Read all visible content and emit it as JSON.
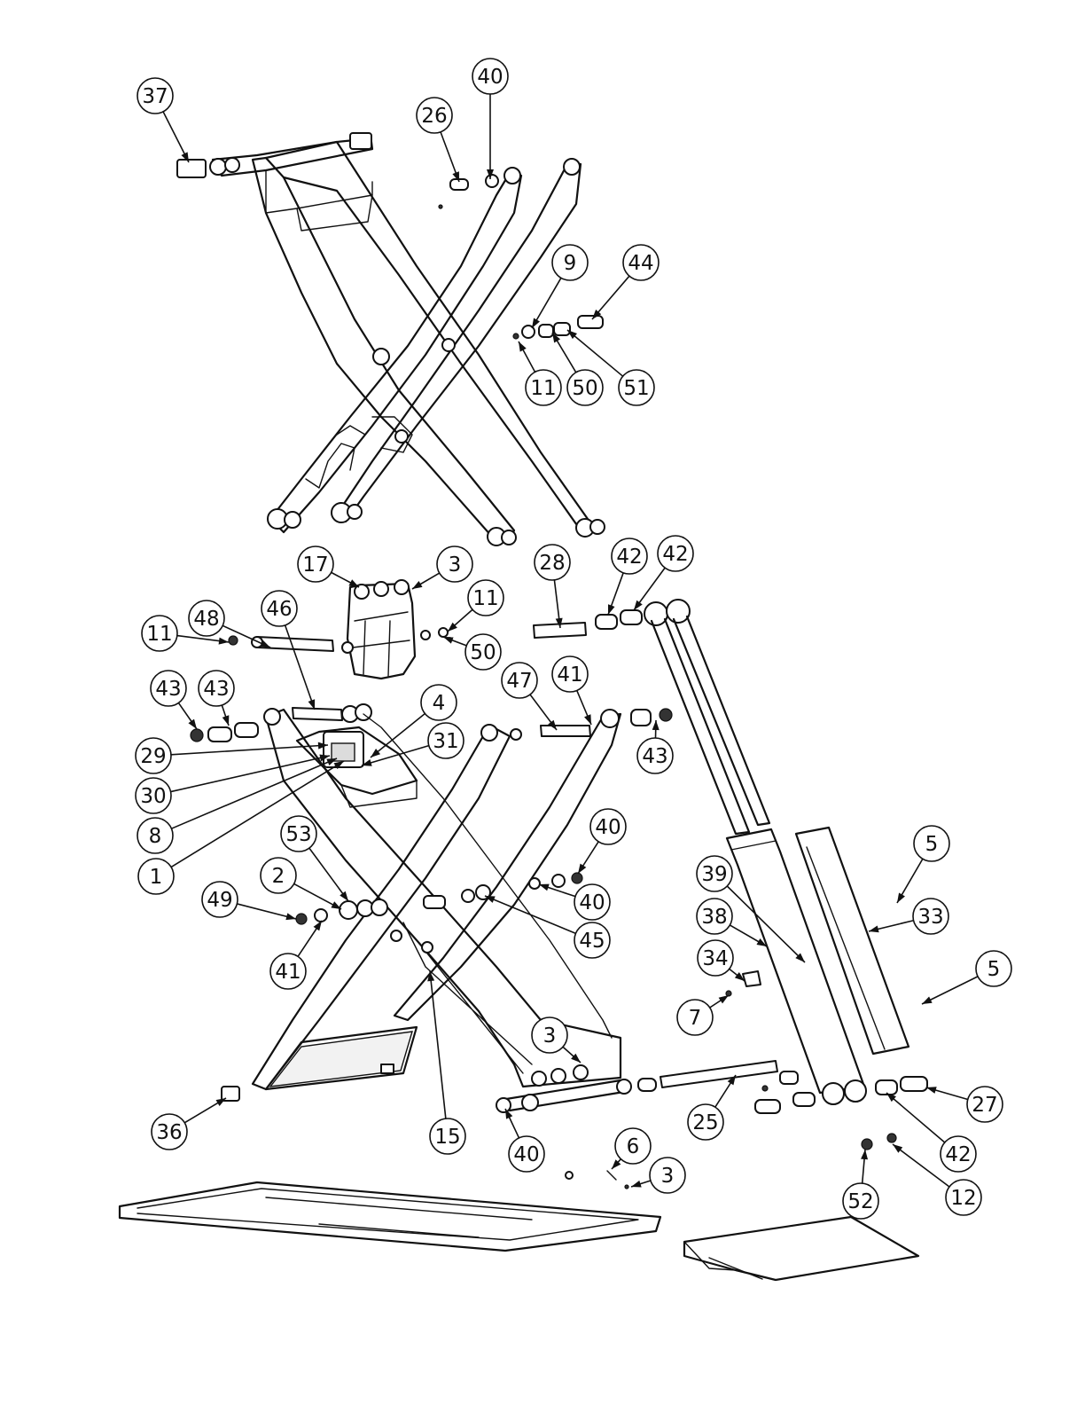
{
  "callouts": [
    {
      "label": "37"
    },
    {
      "label": "26"
    },
    {
      "label": "40"
    },
    {
      "label": "9"
    },
    {
      "label": "44"
    },
    {
      "label": "11"
    },
    {
      "label": "50"
    },
    {
      "label": "51"
    },
    {
      "label": "17"
    },
    {
      "label": "3"
    },
    {
      "label": "11"
    },
    {
      "label": "48"
    },
    {
      "label": "11"
    },
    {
      "label": "46"
    },
    {
      "label": "50"
    },
    {
      "label": "28"
    },
    {
      "label": "42"
    },
    {
      "label": "42"
    },
    {
      "label": "43"
    },
    {
      "label": "43"
    },
    {
      "label": "4"
    },
    {
      "label": "47"
    },
    {
      "label": "41"
    },
    {
      "label": "43"
    },
    {
      "label": "29"
    },
    {
      "label": "31"
    },
    {
      "label": "30"
    },
    {
      "label": "8"
    },
    {
      "label": "1"
    },
    {
      "label": "53"
    },
    {
      "label": "40"
    },
    {
      "label": "2"
    },
    {
      "label": "49"
    },
    {
      "label": "40"
    },
    {
      "label": "45"
    },
    {
      "label": "41"
    },
    {
      "label": "5"
    },
    {
      "label": "39"
    },
    {
      "label": "38"
    },
    {
      "label": "33"
    },
    {
      "label": "34"
    },
    {
      "label": "5"
    },
    {
      "label": "7"
    },
    {
      "label": "3"
    },
    {
      "label": "36"
    },
    {
      "label": "15"
    },
    {
      "label": "40"
    },
    {
      "label": "25"
    },
    {
      "label": "27"
    },
    {
      "label": "42"
    },
    {
      "label": "6"
    },
    {
      "label": "3"
    },
    {
      "label": "52"
    },
    {
      "label": "12"
    }
  ]
}
